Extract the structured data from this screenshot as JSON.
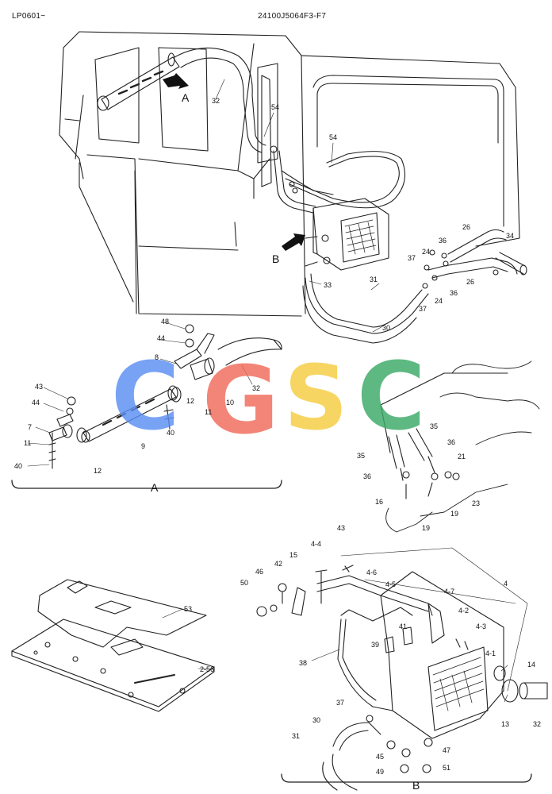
{
  "header": {
    "left_code": "LP0601~",
    "doc_code": "24100J5064F3-F7"
  },
  "arrow_labels": {
    "a": "A",
    "b": "B"
  },
  "section_labels": {
    "a": "A",
    "b": "B"
  },
  "watermark": {
    "letters": [
      "C",
      "G",
      "S",
      "C"
    ],
    "colors": [
      "#5b8ef2",
      "#f06b5b",
      "#f5cc40",
      "#3aaa66"
    ]
  },
  "callouts": {
    "c32_top": "32",
    "c54_a": "54",
    "c54_b": "54",
    "c33": "33",
    "c31": "31",
    "c30": "30",
    "c37_a": "37",
    "c24_a": "24",
    "c36_a": "36",
    "c26_a": "26",
    "c34": "34",
    "c26_b": "26",
    "c36_b": "36",
    "c24_b": "24",
    "c37_b": "37",
    "c48": "48",
    "c44_a": "44",
    "c8": "8",
    "c32_a": "32",
    "c10": "10",
    "c11_a": "11",
    "c12_a": "12",
    "c40_a": "40",
    "c9": "9",
    "c43": "43",
    "c44_b": "44",
    "c7": "7",
    "c11_b": "11",
    "c12_b": "12",
    "c40_b": "40",
    "c35_a": "35",
    "c35_b": "35",
    "c36_c": "36",
    "c21": "21",
    "c36_d": "36",
    "c16": "16",
    "c19_a": "19",
    "c19_b": "19",
    "c23": "23",
    "c53": "53",
    "c2_56": "2-56",
    "c43_b": "43",
    "c4_4": "4-4",
    "c15": "15",
    "c4_6": "4-6",
    "c46": "46",
    "c42": "42",
    "c50": "50",
    "c4_5": "4-5",
    "c4_7": "4-7",
    "c4": "4",
    "c4_2": "4-2",
    "c4_3": "4-3",
    "c41": "41",
    "c39": "39",
    "c4_1": "4-1",
    "c14": "14",
    "c38": "38",
    "c13": "13",
    "c32_b": "32",
    "c37_c": "37",
    "c30_b": "30",
    "c31_b": "31",
    "c45": "45",
    "c47": "47",
    "c49": "49",
    "c51": "51"
  }
}
